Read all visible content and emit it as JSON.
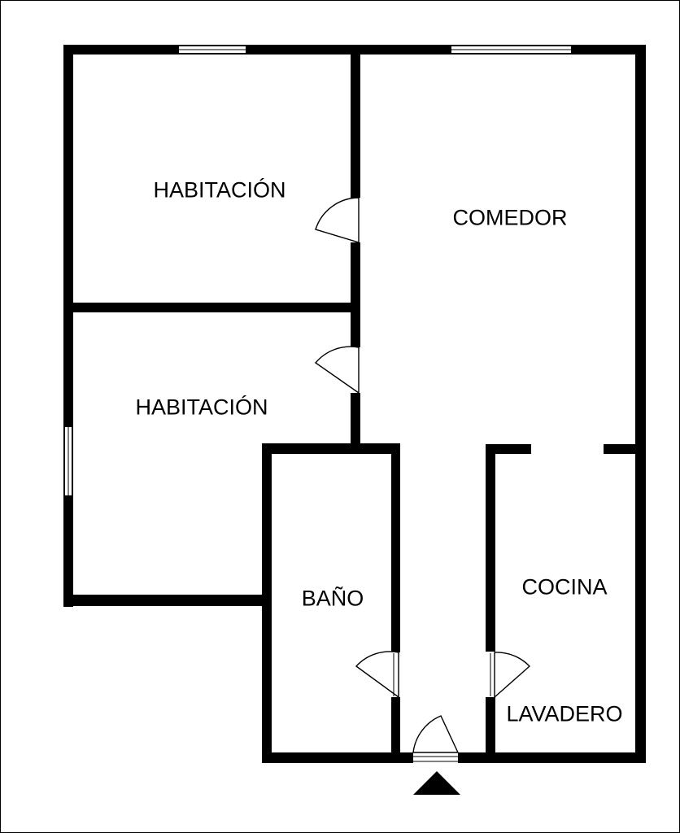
{
  "plan": {
    "rooms": [
      {
        "id": "habitacion-1",
        "label": "HABITACIÓN"
      },
      {
        "id": "comedor",
        "label": "COMEDOR"
      },
      {
        "id": "habitacion-2",
        "label": "HABITACIÓN"
      },
      {
        "id": "bano",
        "label": "BAÑO"
      },
      {
        "id": "cocina",
        "label": "COCINA"
      },
      {
        "id": "lavadero",
        "label": "LAVADERO"
      }
    ],
    "colors": {
      "wall": "#000000",
      "background": "#ffffff"
    },
    "icons": {
      "entrance": "entrance-arrow-icon",
      "door": "door-swing-icon",
      "window": "window-icon"
    }
  }
}
